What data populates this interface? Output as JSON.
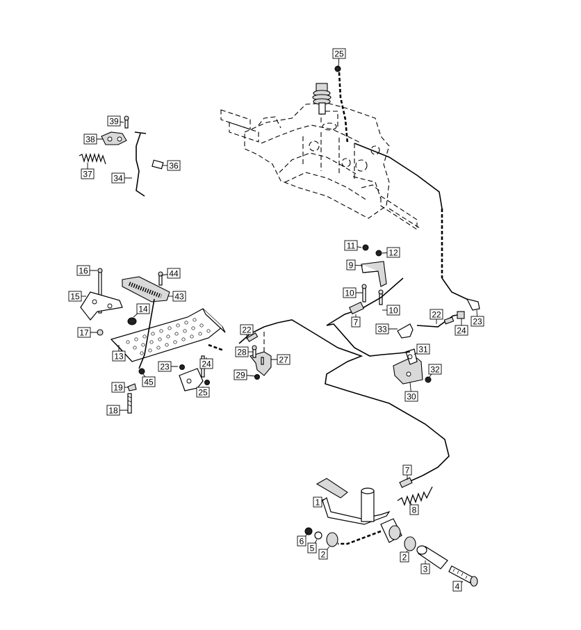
{
  "callouts": [
    {
      "id": "c25a",
      "text": "25"
    },
    {
      "id": "c39",
      "text": "39"
    },
    {
      "id": "c38",
      "text": "38"
    },
    {
      "id": "c37",
      "text": "37"
    },
    {
      "id": "c34",
      "text": "34"
    },
    {
      "id": "c36",
      "text": "36"
    },
    {
      "id": "c11",
      "text": "11"
    },
    {
      "id": "c12",
      "text": "12"
    },
    {
      "id": "c9",
      "text": "9"
    },
    {
      "id": "c10a",
      "text": "10"
    },
    {
      "id": "c10b",
      "text": "10"
    },
    {
      "id": "c7a",
      "text": "7"
    },
    {
      "id": "c16",
      "text": "16"
    },
    {
      "id": "c44",
      "text": "44"
    },
    {
      "id": "c15",
      "text": "15"
    },
    {
      "id": "c43",
      "text": "43"
    },
    {
      "id": "c14",
      "text": "14"
    },
    {
      "id": "c17",
      "text": "17"
    },
    {
      "id": "c13",
      "text": "13"
    },
    {
      "id": "c23a",
      "text": "23"
    },
    {
      "id": "c24a",
      "text": "24"
    },
    {
      "id": "c45",
      "text": "45"
    },
    {
      "id": "c25b",
      "text": "25"
    },
    {
      "id": "c19",
      "text": "19"
    },
    {
      "id": "c18",
      "text": "18"
    },
    {
      "id": "c22a",
      "text": "22"
    },
    {
      "id": "c28",
      "text": "28"
    },
    {
      "id": "c27",
      "text": "27"
    },
    {
      "id": "c29",
      "text": "29"
    },
    {
      "id": "c22b",
      "text": "22"
    },
    {
      "id": "c33",
      "text": "33"
    },
    {
      "id": "c24b",
      "text": "24"
    },
    {
      "id": "c23b",
      "text": "23"
    },
    {
      "id": "c31",
      "text": "31"
    },
    {
      "id": "c32",
      "text": "32"
    },
    {
      "id": "c30",
      "text": "30"
    },
    {
      "id": "c7b",
      "text": "7"
    },
    {
      "id": "c1",
      "text": "1"
    },
    {
      "id": "c8",
      "text": "8"
    },
    {
      "id": "c6",
      "text": "6"
    },
    {
      "id": "c5",
      "text": "5"
    },
    {
      "id": "c2a",
      "text": "2"
    },
    {
      "id": "c2b",
      "text": "2"
    },
    {
      "id": "c3",
      "text": "3"
    },
    {
      "id": "c4",
      "text": "4"
    }
  ]
}
